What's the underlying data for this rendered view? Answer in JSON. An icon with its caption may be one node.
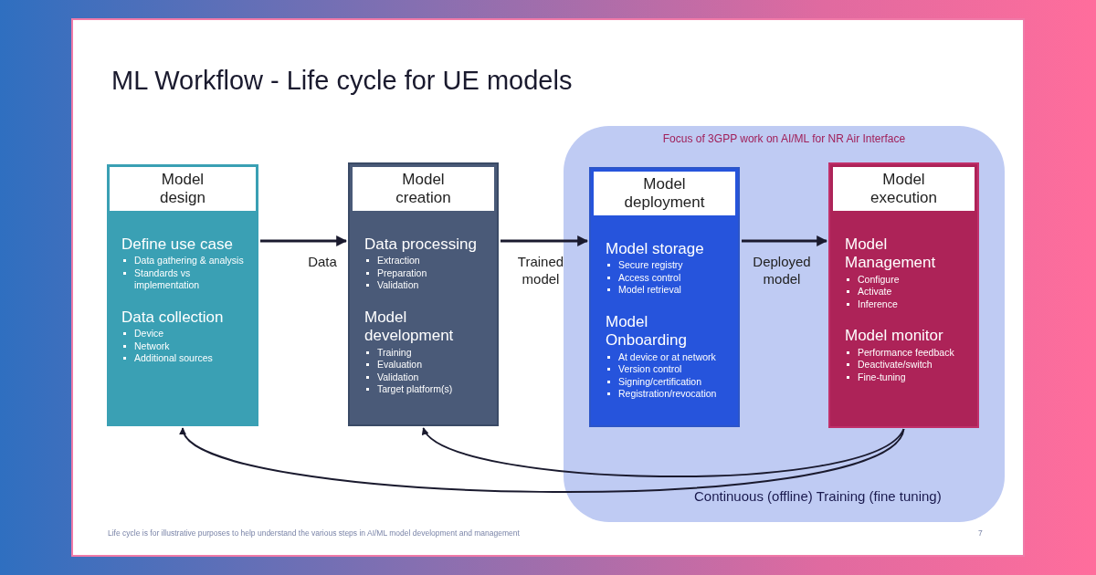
{
  "diagram": {
    "title": "ML Workflow - Life cycle for UE models",
    "nodes": [
      {
        "text": [
          "Model design",
          "Define use case",
          "Data gathering & analysis",
          "Standards vs implementation",
          "Data collection",
          "Device",
          "Network",
          "Additional sources"
        ]
      },
      {
        "text": [
          "Model creation",
          "Data processing",
          "Extraction",
          "Preparation",
          "Validation",
          "Model development",
          "Training",
          "Evaluation",
          "Validation",
          "Target platform(s)"
        ]
      },
      {
        "text": [
          "Focus of 3GPP work on AI/ML for NR Air Interface"
        ]
      },
      {
        "text": [
          "Model deployment",
          "Model storage",
          "Secure registry",
          "Access control",
          "Model retrieval",
          "Model Onboarding",
          "At device or at network",
          "Version control",
          "Signing/certification",
          "Registration/revocation"
        ],
        "in": 2
      },
      {
        "text": [
          "Model execution",
          "Model Management",
          "Configure",
          "Activate",
          "Inference",
          "Model monitor",
          "Performance feedback",
          "Deactivate/switch",
          "Fine-tuning"
        ],
        "in": 2
      }
    ],
    "edges": [
      {
        "from": 0,
        "to": 1,
        "arrow": "to",
        "label": "Data"
      },
      {
        "from": 1,
        "to": 3,
        "arrow": "to",
        "label": "Trained model"
      },
      {
        "from": 3,
        "to": 4,
        "arrow": "to",
        "label": "Deployed model"
      },
      {
        "from": 4,
        "to": 0,
        "arrow": "to"
      },
      {
        "from": 4,
        "to": 1,
        "arrow": "to"
      }
    ],
    "labels": [
      "Continuous (offline) Training (fine tuning)",
      "Life cycle  is for illustrative purposes to help understand the various steps in AI/ML model development and management",
      "7"
    ]
  }
}
